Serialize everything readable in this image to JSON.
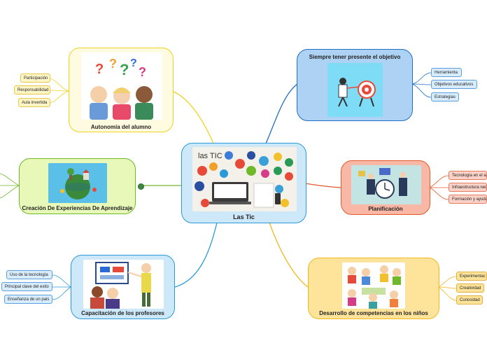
{
  "central": {
    "title": "Las Tic",
    "image_label": "las TIC"
  },
  "branches": {
    "autonomia": {
      "title": "Autonomía del alumno",
      "color": "#f2d21f",
      "leaves": [
        "Participación",
        "Responsabilidad",
        "Aula invertida"
      ]
    },
    "objetivo": {
      "title": "Siempre tener presente el objetivo",
      "color": "#1f6fc4",
      "leaves": [
        "Herramienta",
        "Objetivos educativos",
        "Estrategias"
      ]
    },
    "creacion": {
      "title": "Creación De Experiencias De Aprendizaje",
      "color": "#6fb82a",
      "leaves": []
    },
    "planificacion": {
      "title": "Planificación",
      "color": "#e05a2a",
      "leaves": [
        "Tecnología en el au",
        "Infraestructura nec",
        "Formación y ayuda"
      ]
    },
    "capacitacion": {
      "title": "Capacitación de los profesores",
      "color": "#2a9ad8",
      "leaves": [
        "Uso de la tecnología",
        "Principal clave del exito",
        "Enseñanza de un pais"
      ]
    },
    "desarrollo": {
      "title": "Desarrollo de competencias en los niños",
      "color": "#f2b81f",
      "leaves": [
        "Experimentac",
        "Creatividad",
        "Curiosidad"
      ]
    }
  }
}
